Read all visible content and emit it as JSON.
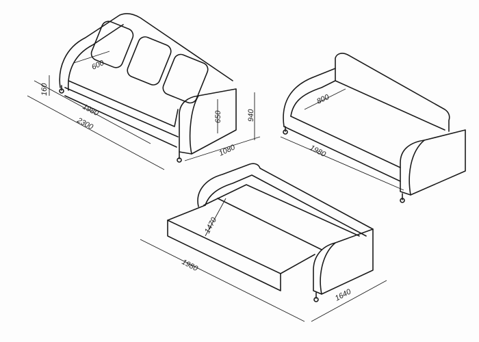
{
  "drawing": {
    "sofa_closed": {
      "cushion_width": "600",
      "leg_height": "160",
      "seat_length": "1980",
      "overall_length": "2300",
      "arm_height": "650",
      "overall_height": "940",
      "depth": "1080"
    },
    "sofa_open_back": {
      "seat_depth": "800",
      "seat_length": "1980"
    },
    "sofa_bed": {
      "bed_width": "1470",
      "bed_length": "1980",
      "overall_depth": "1640"
    }
  }
}
